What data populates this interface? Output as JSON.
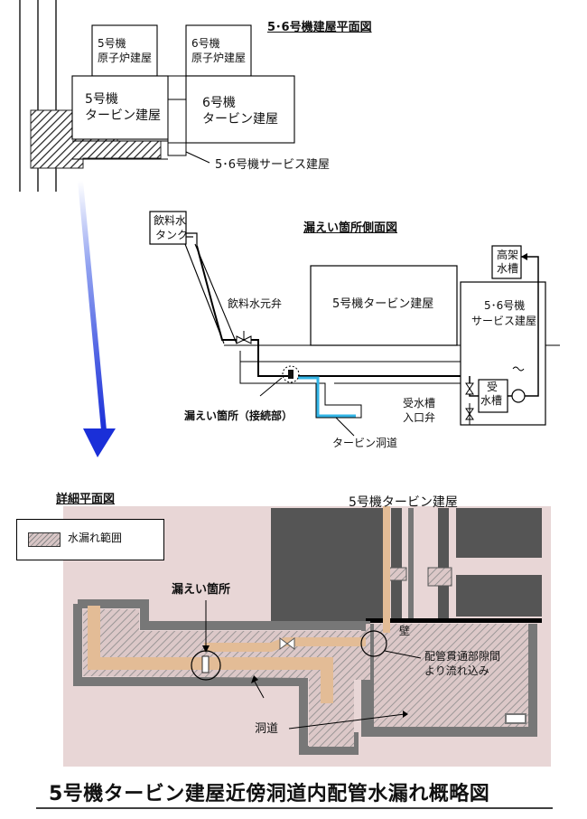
{
  "plan": {
    "title": "5･6号機建屋平面図",
    "u5_reactor_line1": "5号機",
    "u5_reactor_line2": "原子炉建屋",
    "u6_reactor_line1": "6号機",
    "u6_reactor_line2": "原子炉建屋",
    "u5_turbine_line1": "5号機",
    "u5_turbine_line2": "タービン建屋",
    "u6_turbine_line1": "6号機",
    "u6_turbine_line2": "タービン建屋",
    "service_building": "5･6号機サービス建屋"
  },
  "side": {
    "title": "漏えい箇所側面図",
    "drinking_tank_line1": "飲料水",
    "drinking_tank_line2": "タンク",
    "main_valve": "飲料水元弁",
    "turbine_building": "5号機タービン建屋",
    "service_line1": "5･6号機",
    "service_line2": "サービス建屋",
    "elevated_tank_line1": "高架",
    "elevated_tank_line2": "水槽",
    "receiving_tank_line1": "受",
    "receiving_tank_line2": "水槽",
    "inlet_valve_line1": "受水槽",
    "inlet_valve_line2": "入口弁",
    "leak_point": "漏えい箇所（接続部）",
    "tunnel": "タービン洞道"
  },
  "detail": {
    "title": "詳細平面図",
    "building": "5号機タービン建屋",
    "legend_label": "水漏れ範囲",
    "leak_label": "漏えい箇所",
    "wall": "壁",
    "penetration_line1": "配管貫通部隙間",
    "penetration_line2": "より流れ込み",
    "tunnel": "洞道"
  },
  "main_title": "5号機タービン建屋近傍洞道内配管水漏れ概略図",
  "colors": {
    "arrow_blue": "#1a2fd8",
    "pipe_cyan": "#33b5e6",
    "detail_bg": "#e8d6d6",
    "pipe_tan": "#e3bc96",
    "dark_block": "#555555"
  }
}
